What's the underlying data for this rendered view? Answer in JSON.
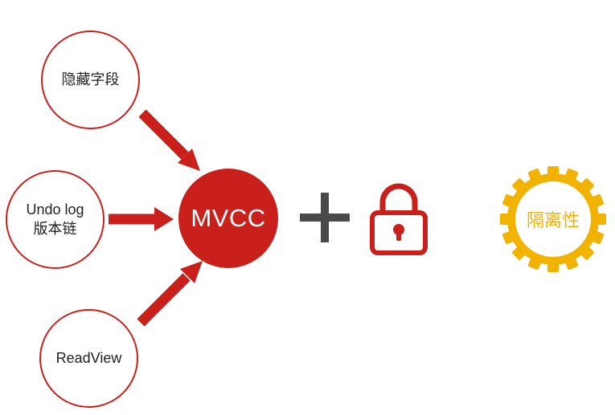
{
  "diagram": {
    "sources": [
      {
        "lines": [
          "隐藏字段"
        ]
      },
      {
        "lines": [
          "Undo log",
          "版本链"
        ]
      },
      {
        "lines": [
          "ReadView"
        ]
      }
    ],
    "center": {
      "label": "MVCC"
    },
    "operator": {
      "symbol": "+",
      "icon": "plus-icon"
    },
    "lock": {
      "icon": "lock-icon",
      "color": "#c9201c"
    },
    "result": {
      "label": "隔离性",
      "icon": "gear-icon",
      "color": "#f2b200"
    },
    "colors": {
      "primary": "#c9201c",
      "text": "#222222",
      "operator": "#4a4a4a"
    }
  }
}
